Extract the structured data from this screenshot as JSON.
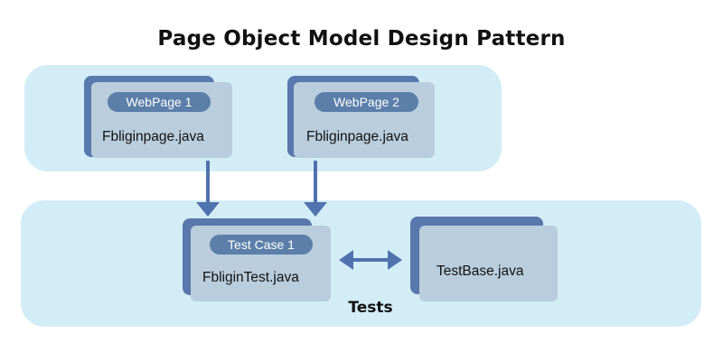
{
  "title": "Page Object Model Design Pattern",
  "pages": [
    {
      "badge": "WebPage 1",
      "file": "Fbliginpage.java"
    },
    {
      "badge": "WebPage 2",
      "file": "Fbliginpage.java"
    }
  ],
  "tests": {
    "label": "Tests",
    "test_case": {
      "badge": "Test Case 1",
      "file": "FbliginTest.java"
    },
    "base": {
      "file": "TestBase.java"
    }
  },
  "colors": {
    "panel": "#d3edf7",
    "card_back": "#5978ad",
    "card_front": "#b9cddc",
    "badge": "#5b7fa9",
    "arrow": "#5072ad"
  }
}
